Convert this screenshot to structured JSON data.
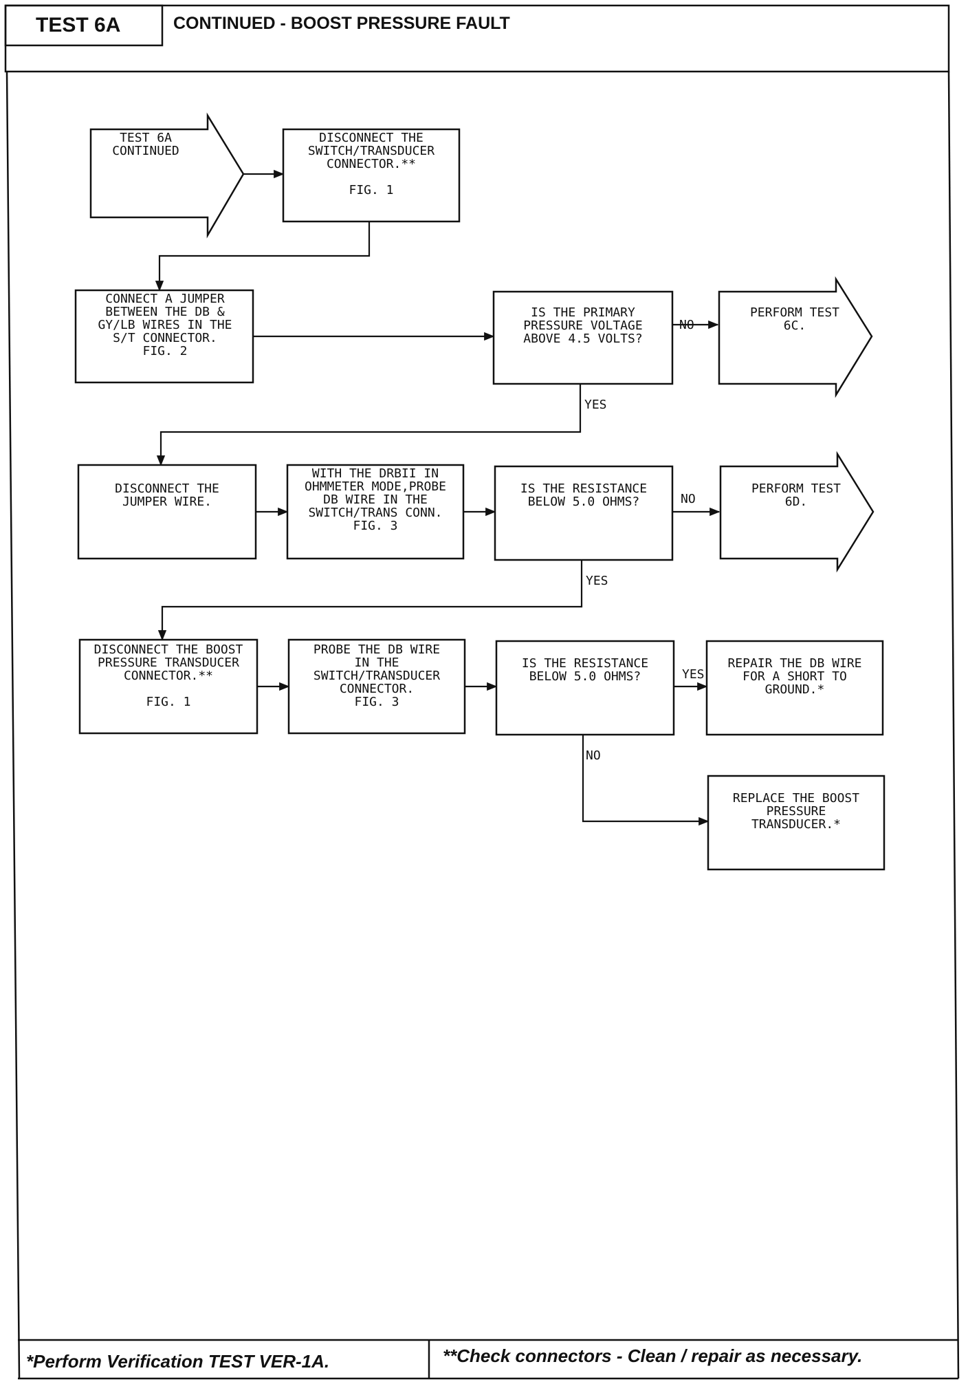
{
  "header": {
    "test_label": "TEST 6A",
    "title": "CONTINUED - BOOST PRESSURE FAULT"
  },
  "footer": {
    "left_note": "*Perform Verification TEST VER-1A.",
    "right_note": "**Check connectors - Clean / repair as necessary."
  },
  "nodes": [
    {
      "id": "start",
      "shape": "arrow",
      "lines": [
        "TEST 6A",
        "CONTINUED"
      ]
    },
    {
      "id": "disconnect-switch-transducer",
      "shape": "box",
      "lines": [
        "DISCONNECT THE",
        "SWITCH/TRANSDUCER",
        "CONNECTOR.**",
        "",
        "FIG. 1"
      ]
    },
    {
      "id": "connect-jumper",
      "shape": "box",
      "lines": [
        "CONNECT A JUMPER",
        "BETWEEN THE DB &",
        "GY/LB WIRES IN THE",
        "S/T CONNECTOR.",
        "FIG. 2"
      ]
    },
    {
      "id": "primary-voltage-check",
      "shape": "box",
      "lines": [
        "IS THE PRIMARY",
        "PRESSURE VOLTAGE",
        "ABOVE 4.5 VOLTS?"
      ]
    },
    {
      "id": "perform-6c",
      "shape": "arrow",
      "lines": [
        "PERFORM TEST",
        "6C."
      ]
    },
    {
      "id": "disconnect-jumper",
      "shape": "box",
      "lines": [
        "DISCONNECT THE",
        "JUMPER WIRE."
      ]
    },
    {
      "id": "ohmmeter-probe",
      "shape": "box",
      "lines": [
        "WITH THE DRBII IN",
        "OHMMETER MODE,PROBE",
        "DB WIRE IN THE",
        "SWITCH/TRANS CONN.",
        "FIG. 3"
      ]
    },
    {
      "id": "resistance-check-1",
      "shape": "box",
      "lines": [
        "IS THE RESISTANCE",
        "BELOW 5.0 OHMS?"
      ]
    },
    {
      "id": "perform-6d",
      "shape": "arrow",
      "lines": [
        "PERFORM TEST",
        "6D."
      ]
    },
    {
      "id": "disconnect-boost-transducer",
      "shape": "box",
      "lines": [
        "DISCONNECT THE BOOST",
        "PRESSURE TRANSDUCER",
        "CONNECTOR.**",
        "",
        "FIG. 1"
      ]
    },
    {
      "id": "probe-db-wire",
      "shape": "box",
      "lines": [
        "PROBE THE DB WIRE",
        "IN THE",
        "SWITCH/TRANSDUCER",
        "CONNECTOR.",
        "FIG. 3"
      ]
    },
    {
      "id": "resistance-check-2",
      "shape": "box",
      "lines": [
        "IS THE RESISTANCE",
        "BELOW 5.0 OHMS?"
      ]
    },
    {
      "id": "repair-db-wire",
      "shape": "box",
      "lines": [
        "REPAIR THE DB WIRE",
        "FOR A SHORT TO",
        "GROUND.*"
      ]
    },
    {
      "id": "replace-transducer",
      "shape": "box",
      "lines": [
        "REPLACE THE BOOST",
        "PRESSURE",
        "TRANSDUCER.*"
      ]
    }
  ],
  "edge_labels": {
    "voltage_no": "NO",
    "voltage_yes": "YES",
    "resistance1_no": "NO",
    "resistance1_yes": "YES",
    "resistance2_yes": "YES",
    "resistance2_no": "NO"
  }
}
